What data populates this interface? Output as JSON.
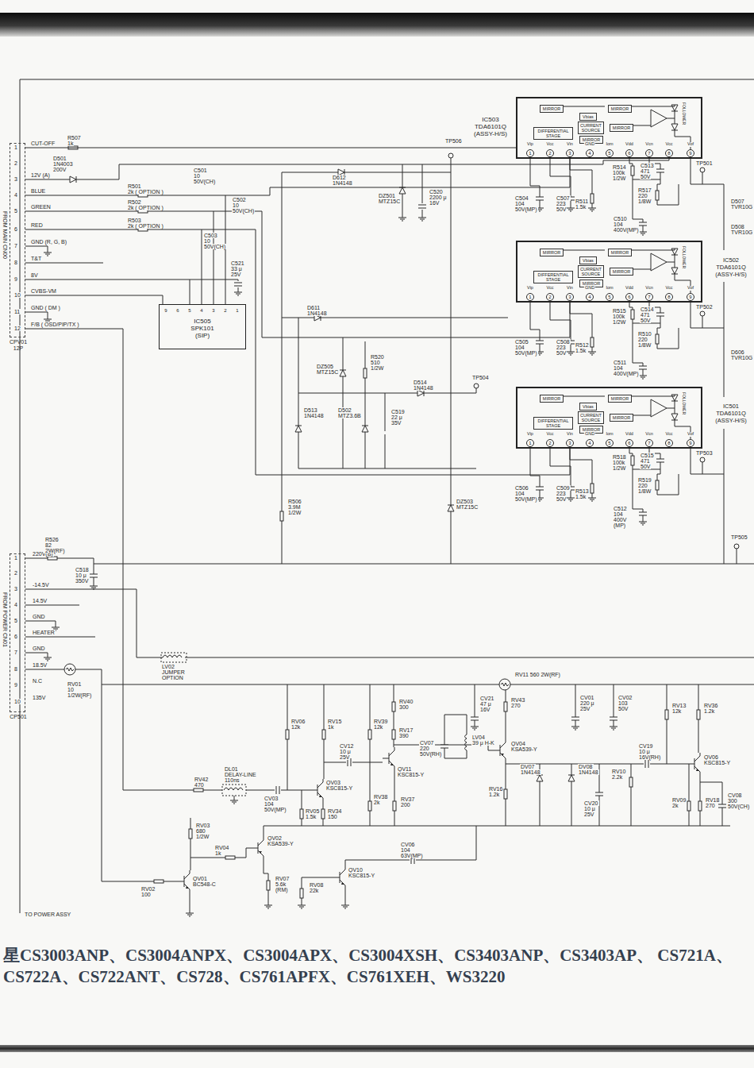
{
  "diagram": {
    "caption": "星CS3003ANP、CS3004ANPX、CS3004APX、CS3004XSH、CS3403ANP、CS3403AP、 CS721A、CS722A、CS722ANT、CS728、CS761APFX、CS761XEH、WS3220",
    "nodes": [
      {
        "text": [
          "CPV01 12P"
        ]
      },
      {
        "text": [
          "IC505 SPK101 (SIP)"
        ]
      },
      {
        "text": [
          "IC503 TDA6101Q (ASSY-H/S)"
        ]
      },
      {
        "text": [
          "MIRROR"
        ],
        "in": 2
      },
      {
        "text": [
          "Vbias"
        ],
        "in": 2
      },
      {
        "text": [
          "MIRROR"
        ],
        "in": 2
      },
      {
        "text": [
          "DIFFERENTIAL STAGE"
        ],
        "in": 2
      },
      {
        "text": [
          "CURRENT SOURCE"
        ],
        "in": 2
      },
      {
        "text": [
          "MIRROR"
        ],
        "in": 2
      },
      {
        "text": [
          "MIRROR"
        ],
        "in": 2
      },
      {
        "text": [
          "IC502 TDA6101Q (ASSY-H/S)"
        ]
      },
      {
        "text": [
          "MIRROR"
        ],
        "in": 10
      },
      {
        "text": [
          "Vbias"
        ],
        "in": 10
      },
      {
        "text": [
          "MIRROR"
        ],
        "in": 10
      },
      {
        "text": [
          "DIFFERENTIAL STAGE"
        ],
        "in": 10
      },
      {
        "text": [
          "CURRENT SOURCE"
        ],
        "in": 10
      },
      {
        "text": [
          "MIRROR"
        ],
        "in": 10
      },
      {
        "text": [
          "MIRROR"
        ],
        "in": 10
      },
      {
        "text": [
          "IC501 TDA6101Q (ASSY-H/S)"
        ]
      },
      {
        "text": [
          "MIRROR"
        ],
        "in": 18
      },
      {
        "text": [
          "Vbias"
        ],
        "in": 18
      },
      {
        "text": [
          "MIRROR"
        ],
        "in": 18
      },
      {
        "text": [
          "DIFFERENTIAL STAGE"
        ],
        "in": 18
      },
      {
        "text": [
          "CURRENT SOURCE"
        ],
        "in": 18
      },
      {
        "text": [
          "MIRROR"
        ],
        "in": 18
      },
      {
        "text": [
          "MIRROR"
        ],
        "in": 18
      },
      {
        "text": [
          "CP501"
        ]
      }
    ],
    "edges": [
      {
        "from": 0,
        "to": 2,
        "arrow": "none"
      },
      {
        "from": 0,
        "to": 1,
        "arrow": "none"
      }
    ],
    "labels": [
      "FROM MAIN CN00",
      "1",
      "2",
      "3",
      "4",
      "5",
      "6",
      "7",
      "8",
      "9",
      "10",
      "11",
      "12",
      "CUT-OFF",
      "12V (A)",
      "BLUE",
      "GREEN",
      "RED",
      "GND (R, G, B)",
      "T&T",
      "8V",
      "CVBS-VM",
      "GND ( DM )",
      "F/B ( OSD/PIP/TX )",
      "R507",
      "1k",
      "D501",
      "1N4003",
      "200V",
      "C501",
      "10",
      "50V(CH)",
      "R501",
      "2k ( OPTION )",
      "R502",
      "2k ( OPTION )",
      "C502",
      "10",
      "50V(CH)",
      "R503",
      "2k ( OPTION )",
      "C503",
      "10",
      "50V(CH)",
      "C521",
      "33 μ",
      "25V",
      "9",
      "6",
      "5",
      "4",
      "3",
      "2",
      "1",
      "D612",
      "1N4148",
      "DZ501",
      "MTZ15C",
      "C520",
      "2200 μ",
      "16V",
      "TP506",
      "D507",
      "TVR10G",
      "D508",
      "TVR10G",
      "1",
      "2",
      "3",
      "4",
      "5",
      "6",
      "7",
      "8",
      "9",
      "Vip",
      "Vcc",
      "Vin",
      "GND",
      "Iom",
      "Vdd",
      "Vcn",
      "Vcc",
      "Vof",
      "FOLLOWER",
      "C504",
      "104",
      "50V(MP)",
      "C507",
      "223",
      "50V",
      "R511",
      "1.5k",
      "R514",
      "100k",
      "1/2W",
      "C513",
      "471",
      "50V",
      "R517",
      "220",
      "1/8W",
      "C510",
      "104",
      "400V(MP)",
      "TP501",
      "D611",
      "1N4148",
      "D606",
      "TVR10G",
      "1",
      "2",
      "3",
      "4",
      "5",
      "6",
      "7",
      "8",
      "9",
      "Vip",
      "Vcc",
      "Vin",
      "GND",
      "Iom",
      "Vdd",
      "Vcn",
      "Vcc",
      "Vof",
      "FOLLOWER",
      "C505",
      "104",
      "50V(MP)",
      "C508",
      "223",
      "50V",
      "R512",
      "1.5k",
      "R515",
      "100k",
      "1/2W",
      "C514",
      "471",
      "50V",
      "R510",
      "220",
      "1/8W",
      "C511",
      "104",
      "400V(MP)",
      "TP502",
      "DZ505",
      "MTZ15C",
      "R520",
      "510",
      "1/2W",
      "TP504",
      "D514",
      "1N4148",
      "D513",
      "1N4148",
      "D502",
      "MTZ3.6B",
      "C519",
      "22 μ",
      "35V",
      "1",
      "2",
      "3",
      "4",
      "5",
      "6",
      "7",
      "8",
      "9",
      "Vip",
      "Vcc",
      "Vin",
      "GND",
      "Iom",
      "Vdd",
      "Vcn",
      "Vcc",
      "Vof",
      "FOLLOWER",
      "C506",
      "104",
      "50V(MP)",
      "C509",
      "223",
      "50V",
      "R513",
      "1.5k",
      "R518",
      "100k",
      "1/2W",
      "C515",
      "471",
      "50V",
      "R519",
      "220",
      "1/8W",
      "C512",
      "104",
      "400V",
      "(MP)",
      "TP503",
      "R506",
      "3.9M",
      "1/2W",
      "DZ503",
      "MTZ15C",
      "TP505",
      "FROM POWER CN01",
      "1",
      "2",
      "3",
      "4",
      "5",
      "6",
      "7",
      "8",
      "9",
      "10",
      "220V(B)",
      "-14.5V",
      "14.5V",
      "GND",
      "HEATER",
      "GND",
      "18.5V",
      "N.C",
      "135V",
      "R526",
      "82",
      "2W(RF)",
      "C518",
      "10 μ",
      "350V",
      "LV02",
      "JUMPER",
      "OPTION",
      "RV01",
      "10",
      "1/2W(RF)",
      "RV11 560 2W(RF)",
      "RV06",
      "12k",
      "RV15",
      "1k",
      "RV39",
      "12k",
      "RV40",
      "300",
      "RV17",
      "390",
      "CV21",
      "47 μ",
      "16V",
      "CV07",
      "220",
      "50V(RH)",
      "LV04",
      "39 μ H-K",
      "RV43",
      "270",
      "CV01",
      "220 μ",
      "25V",
      "CV02",
      "103",
      "50V",
      "RV13",
      "12k",
      "RV36",
      "1.2k",
      "CV12",
      "10 μ",
      "25V",
      "QV11",
      "KSC815-Y",
      "QV04",
      "KSA539-Y",
      "CV19",
      "10 μ",
      "16V(RH)",
      "QV06",
      "KSC815-Y",
      "RV42",
      "470",
      "DL01",
      "DELAY-LINE",
      "110ns",
      "QV03",
      "KSC815-Y",
      "CV03",
      "104",
      "50V(MP)",
      "RV05",
      "1.5k",
      "RV34",
      "150",
      "RV38",
      "2k",
      "RV37",
      "200",
      "RV16",
      "1.2k",
      "DV07",
      "1N4148",
      "DV08",
      "1N4148",
      "RV10",
      "2.2k",
      "CV20",
      "10 μ",
      "25V",
      "RV09",
      "2k",
      "RV18",
      "270",
      "CV08",
      "300",
      "50V(CH)",
      "RV03",
      "680",
      "1/2W",
      "RV04",
      "1k",
      "QV02",
      "KSA539-Y",
      "QV01",
      "BC548-C",
      "RV02",
      "100",
      "RV07",
      "5.6k",
      "(RM)",
      "RV08",
      "22k",
      "QV10",
      "KSC815-Y",
      "CV06",
      "104",
      "63V(MP)",
      "TO POWER ASSY"
    ]
  }
}
